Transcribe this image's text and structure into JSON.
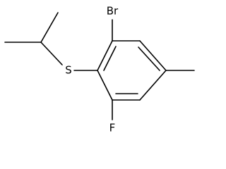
{
  "molecule": {
    "atoms": {
      "bromine": "Br",
      "sulfur": "S",
      "fluorine": "F"
    },
    "colors": {
      "bond": "#000000",
      "label": "#000000",
      "background": "#ffffff"
    }
  }
}
